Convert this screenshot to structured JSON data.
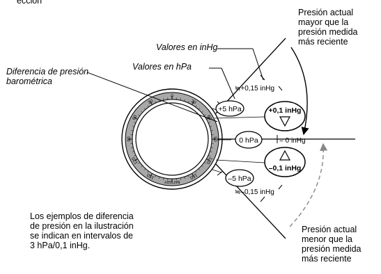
{
  "labels": {
    "top_clipped": "ección",
    "pressure_higher": "Presión actual\nmayor que la\npresión medida\nmás reciente",
    "pressure_lower": "Presión actual\nmenor que la\npresión medida\nmás reciente",
    "values_inhg": "Valores en inHg",
    "values_hpa": "Valores en hPa",
    "pressure_difference": "Diferencia de presión\nbarométrica",
    "footnote": "Los ejemplos de diferencia\nde presión en la ilustración\nse indican en intervalos de\n3 hPa/0,1 inHg."
  },
  "dial": {
    "tick_labels": [
      "30",
      "0",
      "30",
      "60",
      "90",
      "120",
      "150",
      "BATTERY",
      "150",
      "120",
      "90",
      "60"
    ]
  },
  "callouts": {
    "plus_hpa": "+5 hPa",
    "zero_hpa": "0 hPa",
    "minus_hpa": "–5 hPa",
    "plus_inhg_approx": "≒+0,15 inHg",
    "zero_inhg": "= 0 inHg",
    "minus_inhg_approx": "≒–0,15 inHg",
    "plus_inhg": "+0,1 inHg",
    "minus_inhg": "–0,1 inHg"
  },
  "colors": {
    "ink": "#000000",
    "bezel_fill": "#a8a8a8",
    "arrow_grey": "#888888"
  }
}
